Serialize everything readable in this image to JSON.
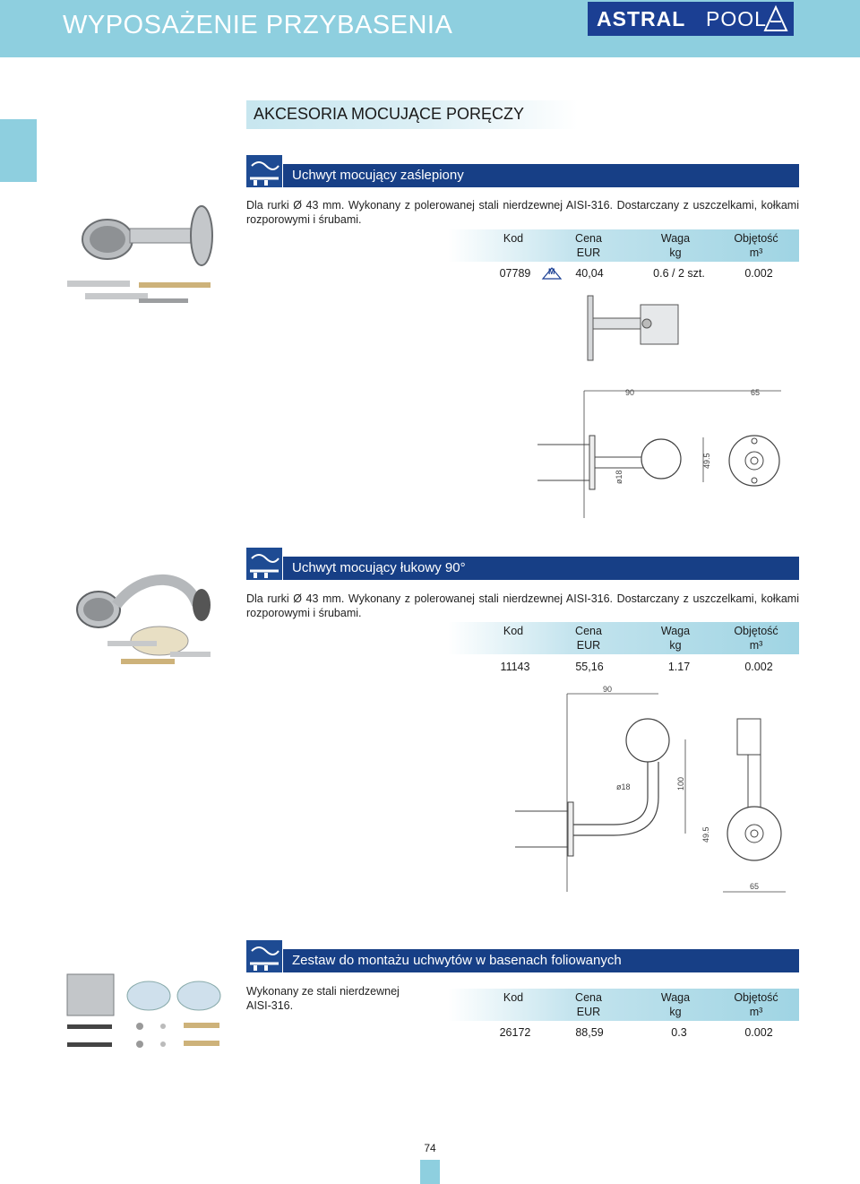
{
  "header": {
    "title": "WYPOSAŻENIE PRZYBASENIA",
    "logo_bold": "ASTRAL",
    "logo_light": "POOL"
  },
  "section": {
    "title": "AKCESORIA MOCUJĄCE PORĘCZY"
  },
  "table_headers": {
    "kod": "Kod",
    "cena": "Cena",
    "cena_unit": "EUR",
    "waga": "Waga",
    "waga_unit": "kg",
    "obj": "Objętość",
    "obj_unit": "m³"
  },
  "products": [
    {
      "name": "Uchwyt mocujący zaślepiony",
      "description": "Dla rurki Ø 43 mm. Wykonany z polerowanej stali nierdzewnej AISI-316. Dostarczany z uszczelkami, kołkami rozporowymi i śrubami.",
      "kod": "07789",
      "badge": "M",
      "cena": "40,04",
      "waga": "0.6 / 2 szt.",
      "obj": "0.002",
      "dims": [
        "90",
        "65",
        "49.5",
        "ø18"
      ]
    },
    {
      "name": "Uchwyt mocujący łukowy 90°",
      "description": "Dla rurki Ø 43 mm. Wykonany z polerowanej stali nierdzewnej AISI-316. Dostarczany z uszczelkami, kołkami rozporowymi i śrubami.",
      "kod": "11143",
      "cena": "55,16",
      "waga": "1.17",
      "obj": "0.002",
      "dims": [
        "90",
        "ø18",
        "100",
        "49.5",
        "65"
      ]
    },
    {
      "name": "Zestaw do montażu uchwytów w basenach foliowanych",
      "description": "Wykonany ze stali nierdzewnej AISI-316.",
      "kod": "26172",
      "cena": "88,59",
      "waga": "0.3",
      "obj": "0.002"
    }
  ],
  "page_number": "74"
}
